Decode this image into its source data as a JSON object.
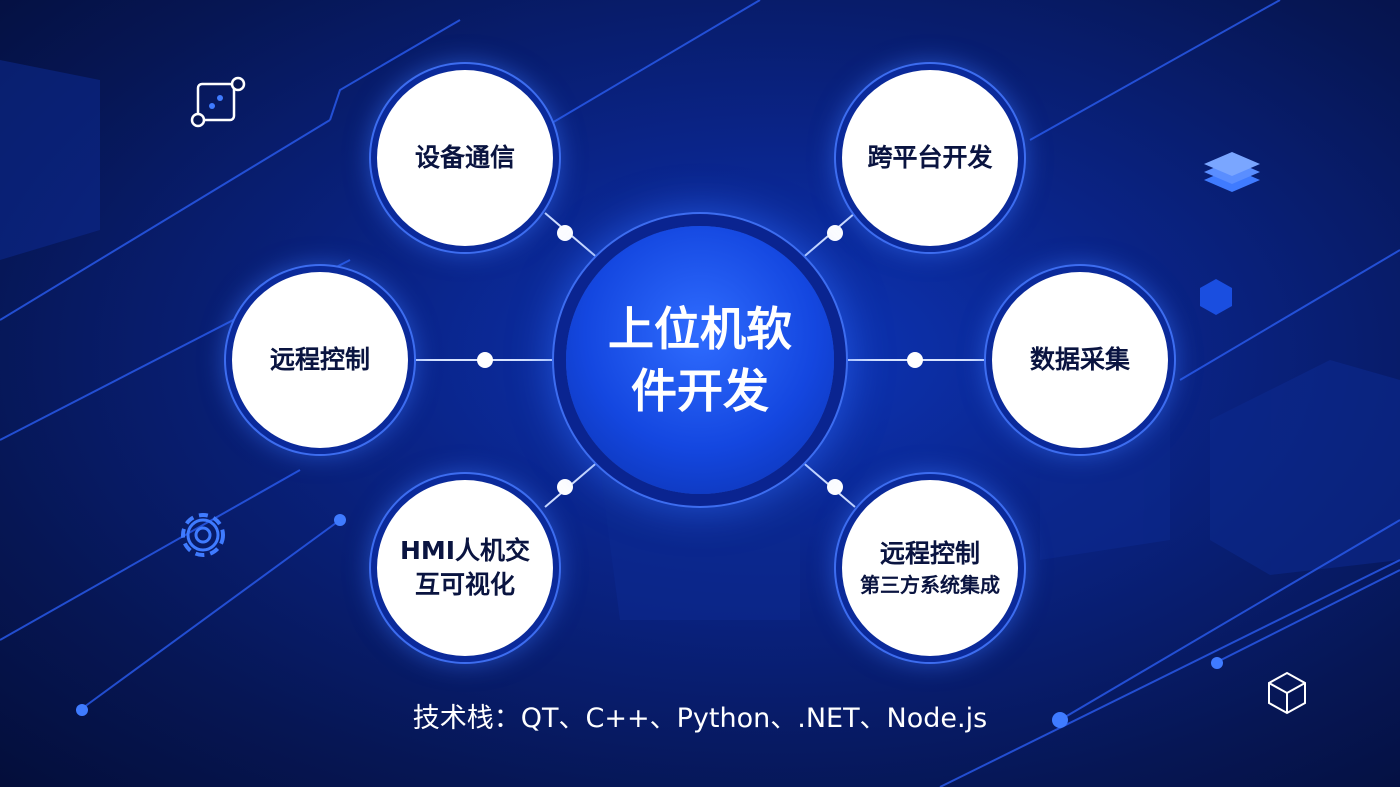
{
  "center": {
    "title": "上位机软件开发"
  },
  "nodes": [
    {
      "id": "device-comm",
      "label": "设备通信"
    },
    {
      "id": "cross-platform",
      "label": "跨平台开发"
    },
    {
      "id": "remote-control",
      "label": "远程控制"
    },
    {
      "id": "data-acquisition",
      "label": "数据采集"
    },
    {
      "id": "hmi",
      "label": "HMI人机交互可视化"
    },
    {
      "id": "integration",
      "label": "远程控制",
      "sublabel": "第三方系统集成"
    }
  ],
  "footer": {
    "tech_stack": "技术栈：QT、C++、Python、.NET、Node.js"
  },
  "colors": {
    "accent": "#1447e0",
    "background": "#061654",
    "node": "#ffffff"
  }
}
